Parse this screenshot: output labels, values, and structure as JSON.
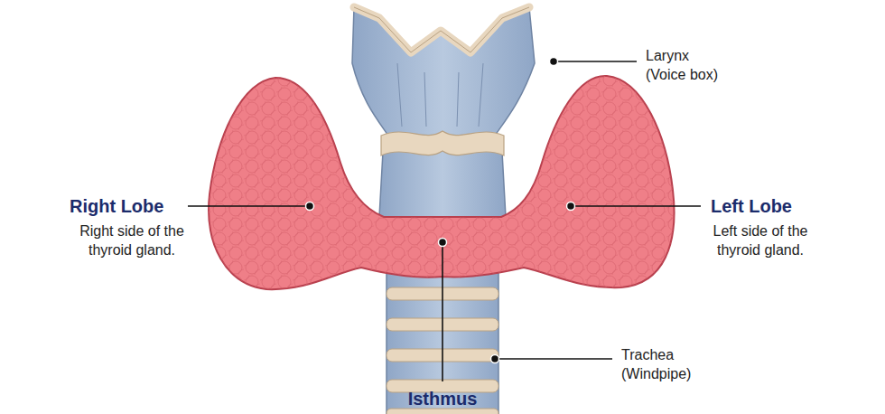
{
  "diagram": {
    "labels": [
      "Larynx (Voice box)",
      "Right Lobe",
      "Right side of the thyroid gland.",
      "Left Lobe",
      "Left side of the thyroid gland.",
      "Trachea (Windpipe)",
      "Isthmus"
    ]
  }
}
